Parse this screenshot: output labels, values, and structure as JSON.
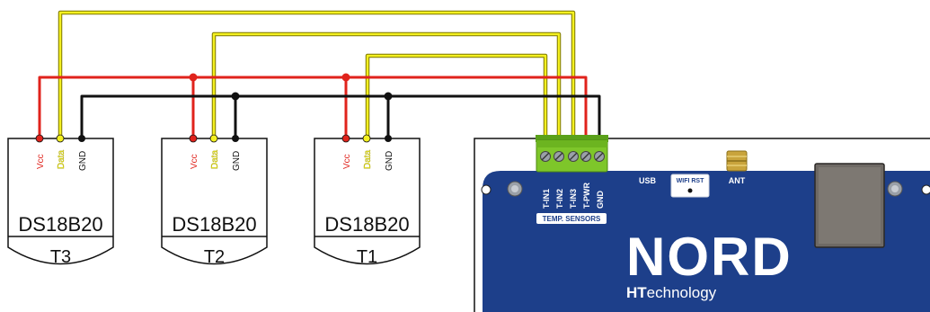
{
  "sensors": [
    {
      "name": "DS18B20",
      "id": "T3",
      "pins": [
        "Vcc",
        "Data",
        "GND"
      ]
    },
    {
      "name": "DS18B20",
      "id": "T2",
      "pins": [
        "Vcc",
        "Data",
        "GND"
      ]
    },
    {
      "name": "DS18B20",
      "id": "T1",
      "pins": [
        "Vcc",
        "Data",
        "GND"
      ]
    }
  ],
  "board": {
    "terminals": [
      "T-IN1",
      "T-IN2",
      "T-IN3",
      "T-PWR",
      "GND"
    ],
    "group_label": "TEMP. SENSORS",
    "usb_label": "USB",
    "wifi_rst_label": "WIFI RST",
    "ant_label": "ANT",
    "logo": "NORD",
    "brand_bold": "HT",
    "brand_rest": "echnology"
  },
  "colors": {
    "vcc": "#e0231c",
    "data": "#f2ee1a",
    "gnd": "#111111",
    "board": "#1d3f8a",
    "terminal": "#7ec62a"
  }
}
